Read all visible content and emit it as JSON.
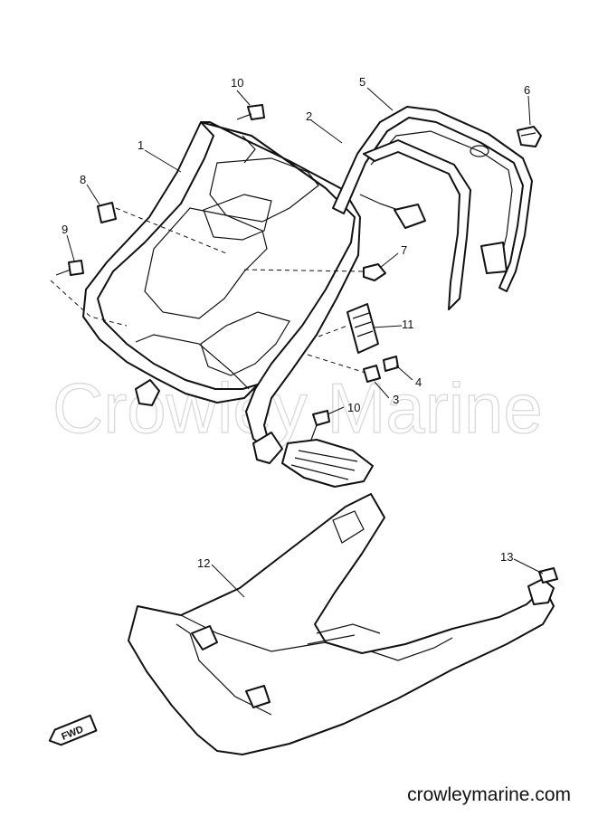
{
  "watermark": "Crowley Marine",
  "footer_url": "crowleymarine.com",
  "fwd_label": "FWD",
  "callouts": {
    "c1": "1",
    "c2": "2",
    "c3": "3",
    "c4": "4",
    "c5": "5",
    "c6": "6",
    "c7": "7",
    "c8": "8",
    "c9": "9",
    "c10a": "10",
    "c10b": "10",
    "c11": "11",
    "c12": "12",
    "c13": "13"
  }
}
